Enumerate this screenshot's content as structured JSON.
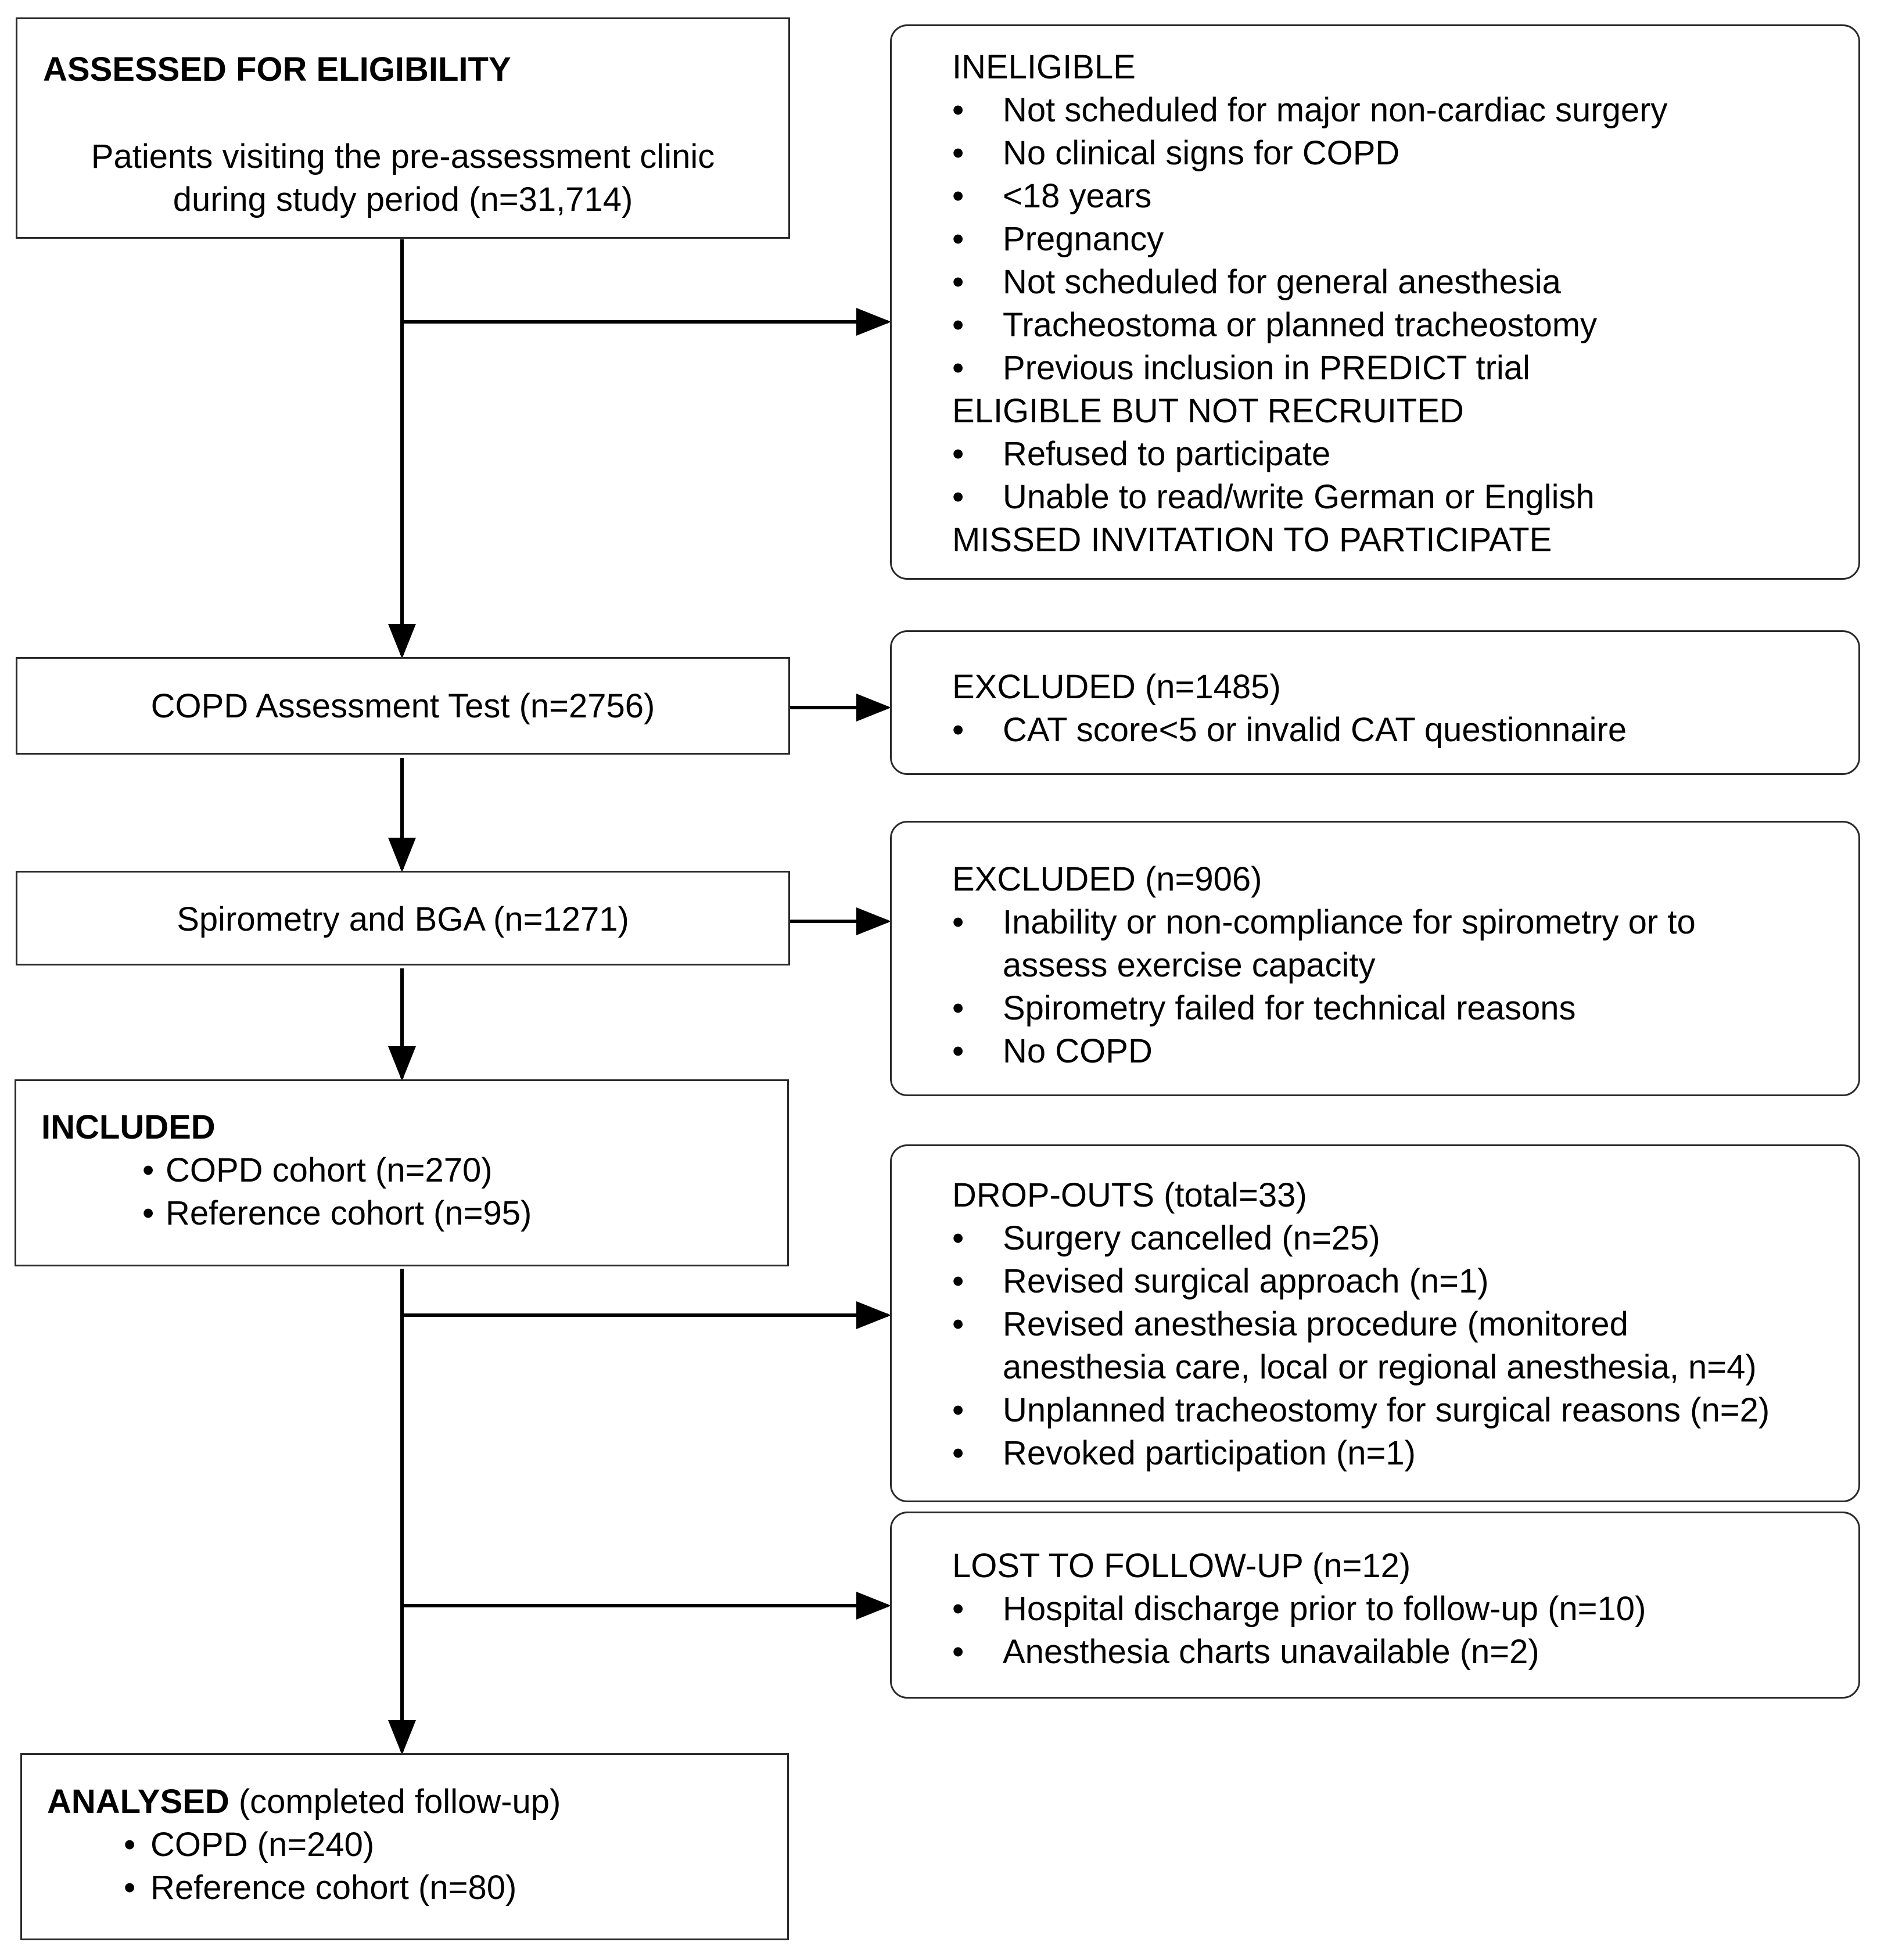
{
  "assessed": {
    "title": "ASSESSED FOR ELIGIBILITY",
    "line1": "Patients visiting the pre-assessment clinic",
    "line2": "during study period (n=31,714)"
  },
  "ineligible": {
    "heading": "INELIGIBLE",
    "items": [
      "Not scheduled for major non-cardiac surgery",
      "No clinical signs for COPD",
      "<18 years",
      "Pregnancy",
      "Not scheduled for general anesthesia",
      "Tracheostoma or planned tracheostomy",
      "Previous inclusion in PREDICT trial"
    ],
    "heading2": "ELIGIBLE BUT NOT RECRUITED",
    "items2": [
      "Refused to participate",
      "Unable to read/write German or English"
    ],
    "heading3": "MISSED INVITATION TO PARTICIPATE"
  },
  "cat": {
    "label": "COPD Assessment Test (n=2756)"
  },
  "excluded_cat": {
    "heading": "EXCLUDED (n=1485)",
    "items": [
      "CAT score<5 or invalid CAT questionnaire"
    ]
  },
  "spiro": {
    "label": "Spirometry and BGA (n=1271)"
  },
  "excluded_spiro": {
    "heading": "EXCLUDED (n=906)",
    "item1_line1": "Inability or non-compliance for spirometry or to",
    "item1_line2": "assess exercise capacity",
    "item2": "Spirometry failed for technical reasons",
    "item3": "No COPD"
  },
  "included": {
    "title": "INCLUDED",
    "items": [
      "COPD cohort (n=270)",
      "Reference cohort (n=95)"
    ]
  },
  "dropouts": {
    "heading": "DROP-OUTS (total=33)",
    "item1": "Surgery cancelled (n=25)",
    "item2": "Revised surgical approach (n=1)",
    "item3_line1": "Revised anesthesia procedure (monitored",
    "item3_line2": "anesthesia care, local or regional anesthesia, n=4)",
    "item4": "Unplanned tracheostomy for surgical reasons (n=2)",
    "item5": "Revoked participation (n=1)"
  },
  "lost": {
    "heading": "LOST TO FOLLOW-UP (n=12)",
    "items": [
      "Hospital discharge prior to follow-up (n=10)",
      "Anesthesia charts unavailable (n=2)"
    ]
  },
  "analysed": {
    "title_bold": "ANALYSED",
    "title_rest": " (completed follow-up)",
    "items": [
      "COPD (n=240)",
      "Reference cohort (n=80)"
    ]
  },
  "bullet": "•"
}
